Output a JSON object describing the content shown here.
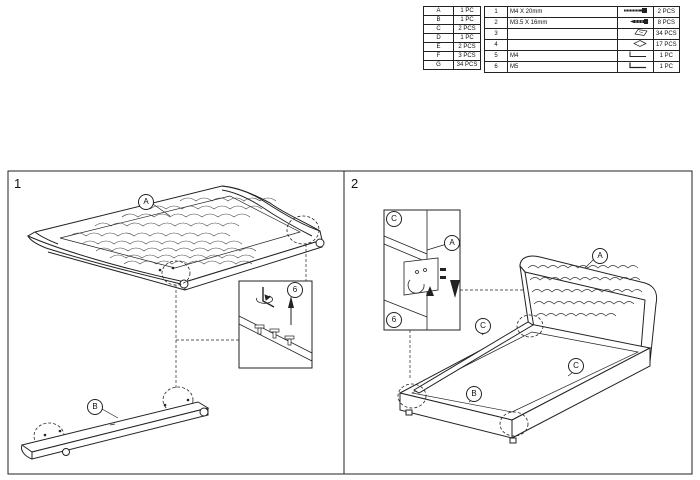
{
  "parts": [
    {
      "letter": "A",
      "qty": "1 PC"
    },
    {
      "letter": "B",
      "qty": "1 PC"
    },
    {
      "letter": "C",
      "qty": "2 PCS"
    },
    {
      "letter": "D",
      "qty": "1 PC"
    },
    {
      "letter": "E",
      "qty": "2 PCS"
    },
    {
      "letter": "F",
      "qty": "3 PCS"
    },
    {
      "letter": "G",
      "qty": "34 PCS"
    }
  ],
  "hardware": [
    {
      "num": "1",
      "desc": "M4 X 20mm",
      "icon": "long-bolt-icon",
      "qty": "2 PCS"
    },
    {
      "num": "2",
      "desc": "M3.5 X 16mm",
      "icon": "screw-icon",
      "qty": "8 PCS"
    },
    {
      "num": "3",
      "desc": "",
      "icon": "button-cap-icon",
      "qty": "34 PCS"
    },
    {
      "num": "4",
      "desc": "",
      "icon": "diamond-plate-icon",
      "qty": "17 PCS"
    },
    {
      "num": "5",
      "desc": "M4",
      "icon": "allen-key-icon",
      "qty": "1 PC"
    },
    {
      "num": "6",
      "desc": "M5",
      "icon": "allen-key-icon",
      "qty": "1 PC"
    }
  ],
  "steps": [
    {
      "number": "1"
    },
    {
      "number": "2"
    }
  ],
  "callouts": {
    "step1_a": "A",
    "step1_b": "B",
    "step1_6": "6",
    "step2_a_detail": "A",
    "step2_c_detail": "C",
    "step2_6_detail": "6",
    "step2_a": "A",
    "step2_c1": "C",
    "step2_c2": "C",
    "step2_b": "B"
  }
}
